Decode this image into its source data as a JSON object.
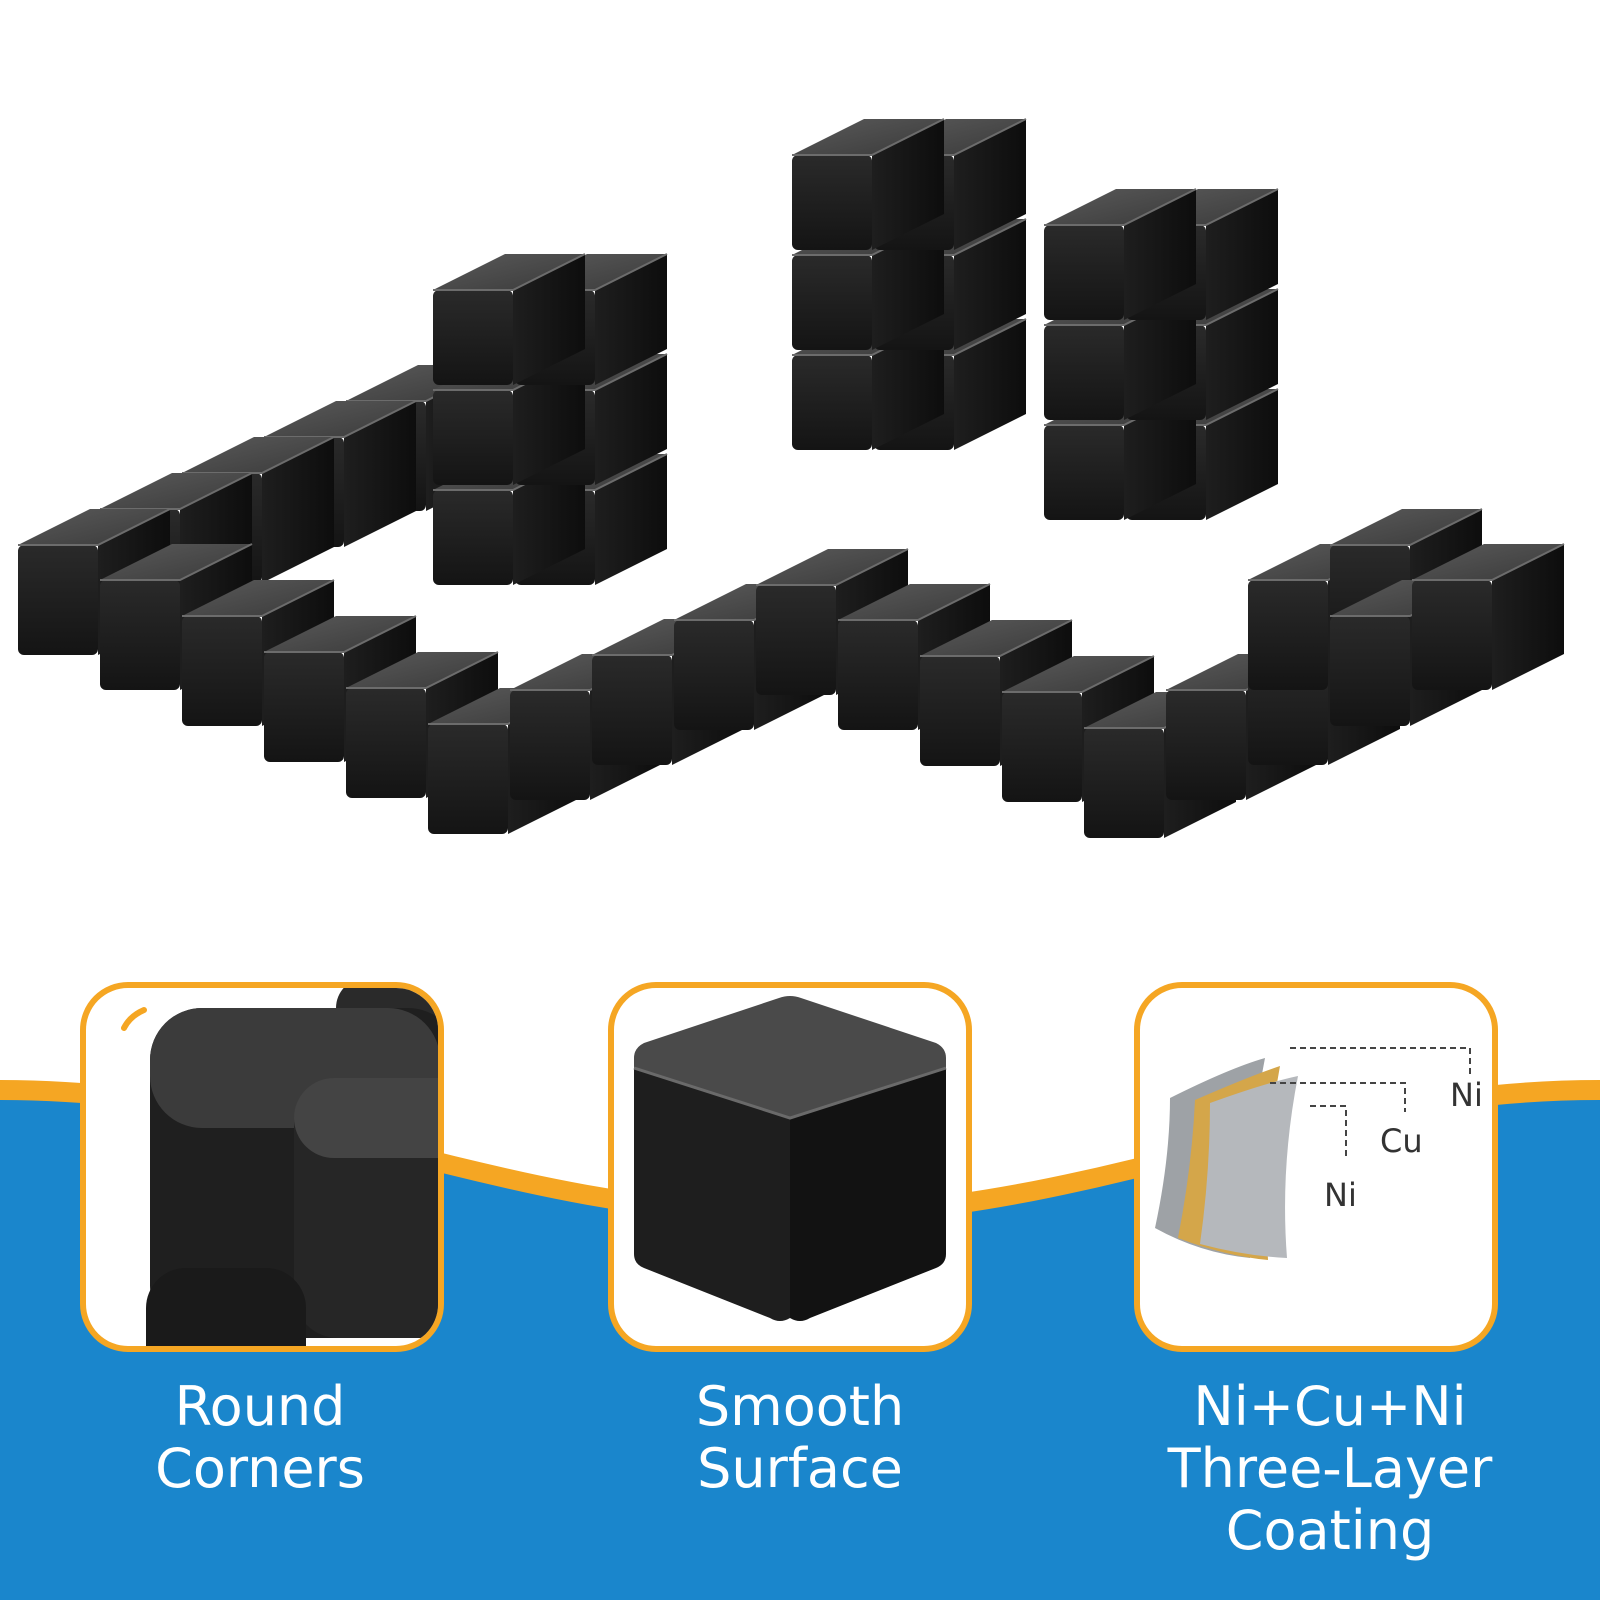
{
  "colors": {
    "accent_orange": "#f5a623",
    "band_blue": "#1a86cc",
    "cube_black": "#1b1b1b",
    "nickel_silver": "#b5b8bc",
    "copper_gold": "#d4a64a"
  },
  "features": [
    {
      "line1": "Round",
      "line2": "Corners",
      "line3": ""
    },
    {
      "line1": "Smooth",
      "line2": "Surface",
      "line3": ""
    },
    {
      "line1": "Ni+Cu+Ni",
      "line2": "Three-Layer",
      "line3": "Coating"
    }
  ],
  "coating_layers": {
    "outer": "Ni",
    "middle": "Cu",
    "inner": "Ni"
  }
}
